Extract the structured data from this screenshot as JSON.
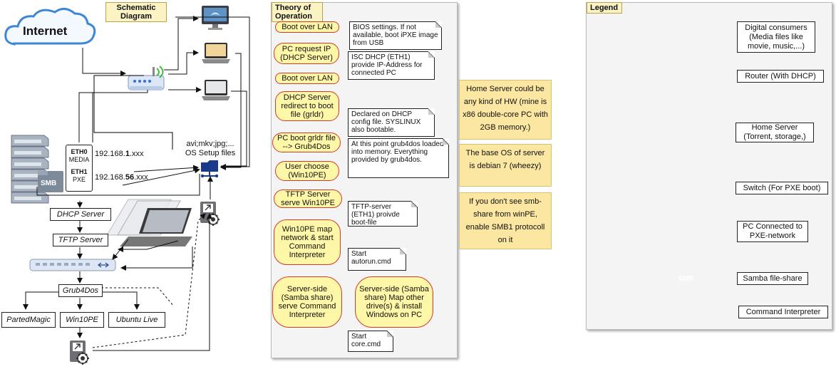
{
  "schematic": {
    "title": "Schematic Diagram",
    "internet": "Internet",
    "eth0": "ETH0",
    "eth0_sub": "MEDIA",
    "eth1": "ETH1",
    "eth1_sub": "PXE",
    "ip_media_prefix": "192.168.",
    "ip_media_bold": "1",
    "ip_media_suffix": ".xxx",
    "ip_pxe_prefix": "192.168.",
    "ip_pxe_bold": "56",
    "ip_pxe_suffix": ".xxx",
    "smb": "SMB",
    "files_line1": "avi;mkv;jpg;...",
    "files_line2": "OS Setup files",
    "dhcp_server": "DHCP Server",
    "tftp_server": "TFTP Server",
    "grub4dos": "Grub4Dos",
    "parted_magic": "PartedMagic",
    "win10pe": "Win10PE",
    "ubuntu_live": "Ubuntu Live"
  },
  "theory": {
    "title_line1": "Theory of",
    "title_line2": "Operation",
    "steps": [
      "Boot over LAN",
      "PC request IP (DHCP Server)",
      "Boot over LAN",
      "DHCP Server redirect to boot file (grldr)",
      "PC boot grldr file --> Grub4Dos",
      "User choose (Win10PE)",
      "TFTP Server serve Win10PE",
      "Win10PE map network & start Command Interpreter",
      "Server-side (Samba share) serve Command Interpreter",
      "Server-side (Samba share) Map other drive(s) & install Windows on PC"
    ],
    "notes": [
      "BIOS settings. If not available, boot iPXE image from USB",
      "ISC DHCP (ETH1) provide IP-Address for connected PC",
      "Declared on DHCP config file. SYSLINUX also bootable.",
      "At this point grub4dos loaded into memory. Everything provided by grub4dos.",
      "TFTP-server (ETH1) proivde boot-file",
      "Start autorun.cmd",
      "Start core.cmd"
    ]
  },
  "sticky_notes": [
    "Home Server could be any kind of HW (mine is x86 double-core PC with 2GB memory.)",
    "The base OS of server is debian 7 (wheezy)",
    "If you don't see smb-share from winPE, enable SMB1 protocoll on it"
  ],
  "legend": {
    "title": "Legend",
    "items": [
      "Digital consumers (Media files like movie, music,...)",
      "Router (With DHCP)",
      "Home Server (Torrent, storage,)",
      "Switch (For PXE boot)",
      "PC Connected to PXE-network",
      "Samba file-share",
      "Command Interpreter"
    ],
    "smb_icon_label": "SMB"
  },
  "colors": {
    "pill_fill": "#fff7a8",
    "pill_border": "#d23a2a",
    "sticky": "#fbe7a1",
    "tag": "#fbf3c4",
    "folder_blue": "#1a3a8c"
  }
}
